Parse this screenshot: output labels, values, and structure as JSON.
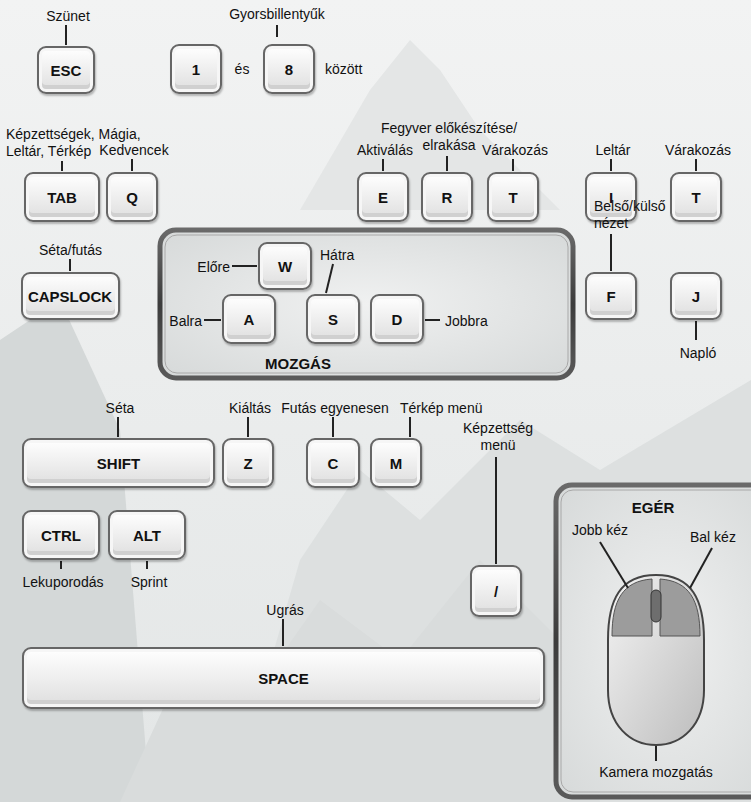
{
  "diagram": {
    "nodes": [
      {
        "text": [
          "ESC",
          "Szünet"
        ]
      },
      {
        "text": [
          "1"
        ]
      },
      {
        "text": [
          "8"
        ]
      },
      {
        "text": [
          "TAB",
          "Képzettségek, Mágia, Leltár, Térkép"
        ]
      },
      {
        "text": [
          "Q",
          "Kedvencek"
        ]
      },
      {
        "text": [
          "E",
          "Aktiválás"
        ]
      },
      {
        "text": [
          "R",
          "Fegyver előkészítése/ elrakása"
        ]
      },
      {
        "text": [
          "T",
          "Várakozás"
        ]
      },
      {
        "text": [
          "I",
          "Leltár"
        ]
      },
      {
        "text": [
          "T",
          "Várakozás"
        ]
      },
      {
        "text": [
          "MOZGÁS"
        ]
      },
      {
        "text": [
          "W",
          "Előre"
        ],
        "in": 10
      },
      {
        "text": [
          "A",
          "Balra"
        ],
        "in": 10
      },
      {
        "text": [
          "S",
          "Hátra"
        ],
        "in": 10
      },
      {
        "text": [
          "D",
          "Jobbra"
        ],
        "in": 10
      },
      {
        "text": [
          "CAPSLOCK",
          "Séta/futás"
        ]
      },
      {
        "text": [
          "F",
          "Belső/külső nézet"
        ]
      },
      {
        "text": [
          "J",
          "Napló"
        ]
      },
      {
        "text": [
          "SHIFT",
          "Séta"
        ]
      },
      {
        "text": [
          "Z",
          "Kiáltás"
        ]
      },
      {
        "text": [
          "C",
          "Futás egyenesen"
        ]
      },
      {
        "text": [
          "M",
          "Térkép menü"
        ]
      },
      {
        "text": [
          "/",
          "Képzettség menü"
        ]
      },
      {
        "text": [
          "CTRL",
          "Lekuporodás"
        ]
      },
      {
        "text": [
          "ALT",
          "Sprint"
        ]
      },
      {
        "text": [
          "SPACE",
          "Ugrás"
        ]
      },
      {
        "text": [
          "EGÉR"
        ]
      }
    ],
    "labels": [
      "Gyorsbillentyűk",
      "és",
      "között",
      "Jobb kéz",
      "Bal kéz",
      "Kamera mozgatás"
    ]
  }
}
